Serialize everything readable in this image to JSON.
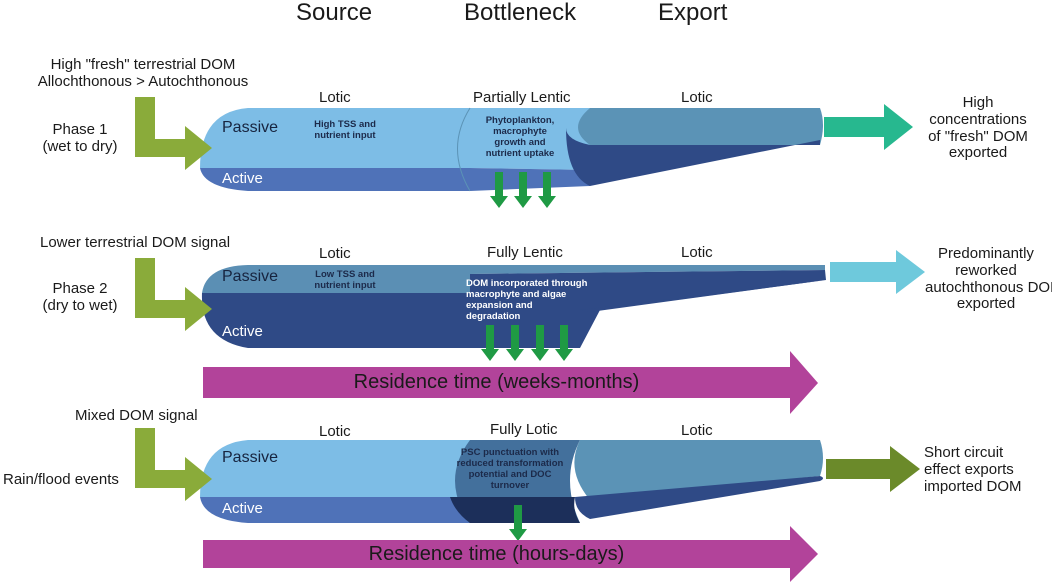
{
  "headers": {
    "source": "Source",
    "bottleneck": "Bottleneck",
    "export": "Export"
  },
  "phase1": {
    "input_line1": "High \"fresh\" terrestrial DOM",
    "input_line2": "Allochthonous > Autochthonous",
    "phase_line1": "Phase 1",
    "phase_line2": "(wet to dry)",
    "zone_left": "Lotic",
    "zone_mid": "Partially Lentic",
    "zone_right": "Lotic",
    "passive": "Passive",
    "active": "Active",
    "source_note_1": "High TSS and",
    "source_note_2": "nutrient input",
    "bottleneck_note_1": "Phytoplankton,",
    "bottleneck_note_2": "macrophyte",
    "bottleneck_note_3": "growth and",
    "bottleneck_note_4": "nutrient uptake",
    "export_line1": "High",
    "export_line2": "concentrations",
    "export_line3": "of \"fresh\" DOM",
    "export_line4": "exported",
    "export_color": "#27b88f"
  },
  "phase2": {
    "input_line1": "Lower terrestrial DOM signal",
    "phase_line1": "Phase 2",
    "phase_line2": "(dry to wet)",
    "zone_left": "Lotic",
    "zone_mid": "Fully Lentic",
    "zone_right": "Lotic",
    "passive": "Passive",
    "active": "Active",
    "source_note_1": "Low TSS and",
    "source_note_2": "nutrient input",
    "bottleneck_note_1": "DOM incorporated through",
    "bottleneck_note_2": "macrophyte and algae",
    "bottleneck_note_3": "expansion and",
    "bottleneck_note_4": "degradation",
    "export_line1": "Predominantly",
    "export_line2": "reworked",
    "export_line3": "autochthonous DOM",
    "export_line4": "exported",
    "export_color": "#6ec9dc",
    "residence": "Residence time (weeks-months)"
  },
  "event": {
    "input_line1": "Mixed DOM signal",
    "input_line2": "Rain/flood events",
    "zone_left": "Lotic",
    "zone_mid": "Fully Lotic",
    "zone_right": "Lotic",
    "passive": "Passive",
    "active": "Active",
    "bottleneck_note_1": "PSC punctuation with",
    "bottleneck_note_2": "reduced transformation",
    "bottleneck_note_3": "potential  and DOC",
    "bottleneck_note_4": "turnover",
    "export_line1": "Short circuit",
    "export_line2": "effect exports",
    "export_line3": "imported DOM",
    "export_color": "#6b8a2a",
    "residence": "Residence time (hours-days)"
  },
  "colors": {
    "input_arrow": "#8aab3a",
    "passive_light": "#7dbde6",
    "passive_dark": "#5b8fb4",
    "active_mid": "#4f72b8",
    "active_dark": "#2f4a86",
    "export_light": "#5b93b6",
    "export_dark": "#2f4a86",
    "uptake_arrow": "#1f9a44",
    "residence_arrow": "#b2439a"
  }
}
